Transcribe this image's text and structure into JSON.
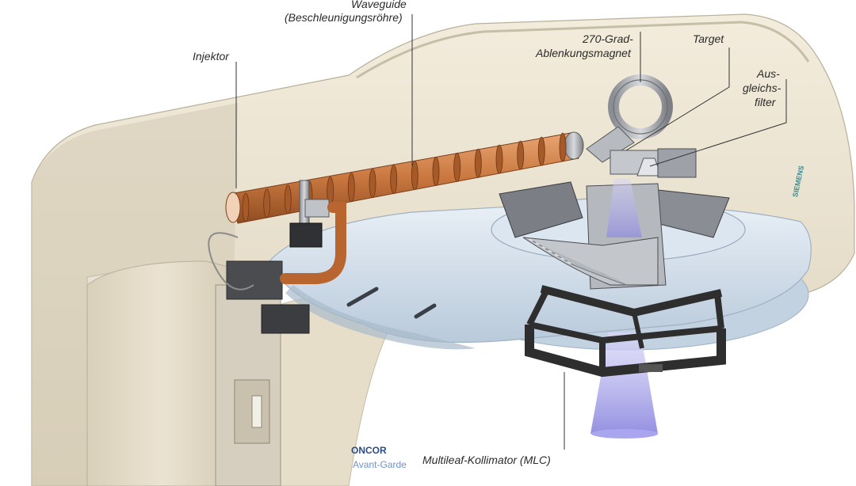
{
  "labels": {
    "waveguide": "Waveguide",
    "waveguide_sub": "(Beschleunigungsröhre)",
    "injektor": "Injektor",
    "magnet_line1": "270-Grad-",
    "magnet_line2": "Ablenkungsmagnet",
    "target": "Target",
    "filter_line1": "Aus-",
    "filter_line2": "gleichs-",
    "filter_line3": "filter",
    "mlc": "Multileaf-Kollimator (MLC)"
  },
  "branding": {
    "side_logo": "SIEMENS",
    "product_line1": "ONCOR",
    "product_line2": "Avant-Garde"
  },
  "colors": {
    "housing": "#ece4d2",
    "housing_shadow": "#cfc6b0",
    "copper": "#c9773f",
    "head_blue": "#d5e1ec",
    "beam": "#b7b4ee",
    "frame": "#2e2e2e",
    "label_text": "#2b2b2b",
    "logo_teal": "#3a8a8e",
    "product_blue": "#5a7fb0"
  }
}
